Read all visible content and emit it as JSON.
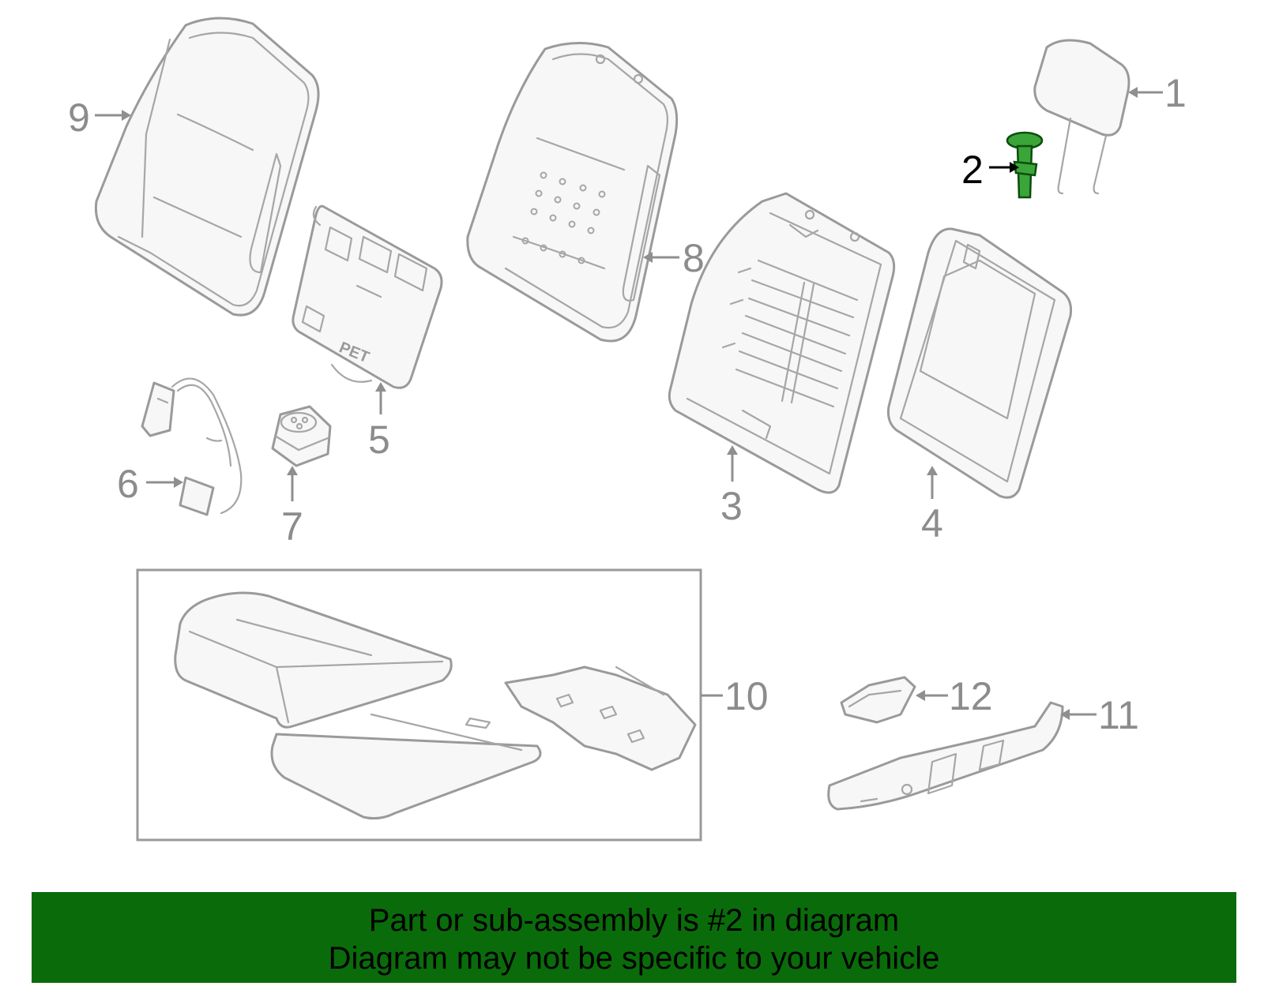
{
  "callouts": [
    {
      "id": "1",
      "label": "1"
    },
    {
      "id": "2",
      "label": "2",
      "highlighted": true
    },
    {
      "id": "3",
      "label": "3"
    },
    {
      "id": "4",
      "label": "4"
    },
    {
      "id": "5",
      "label": "5"
    },
    {
      "id": "6",
      "label": "6"
    },
    {
      "id": "7",
      "label": "7"
    },
    {
      "id": "8",
      "label": "8"
    },
    {
      "id": "9",
      "label": "9"
    },
    {
      "id": "10",
      "label": "10"
    },
    {
      "id": "11",
      "label": "11"
    },
    {
      "id": "12",
      "label": "12"
    }
  ],
  "part_stamp": "PET",
  "banner": {
    "line1": "Part or sub-assembly is #2 in diagram",
    "line2": "Diagram may not be specific to your vehicle"
  },
  "colors": {
    "banner_bg": "#0a6b0a",
    "highlight_part": "#3aa63a",
    "line_gray": "#9a9a9a"
  }
}
